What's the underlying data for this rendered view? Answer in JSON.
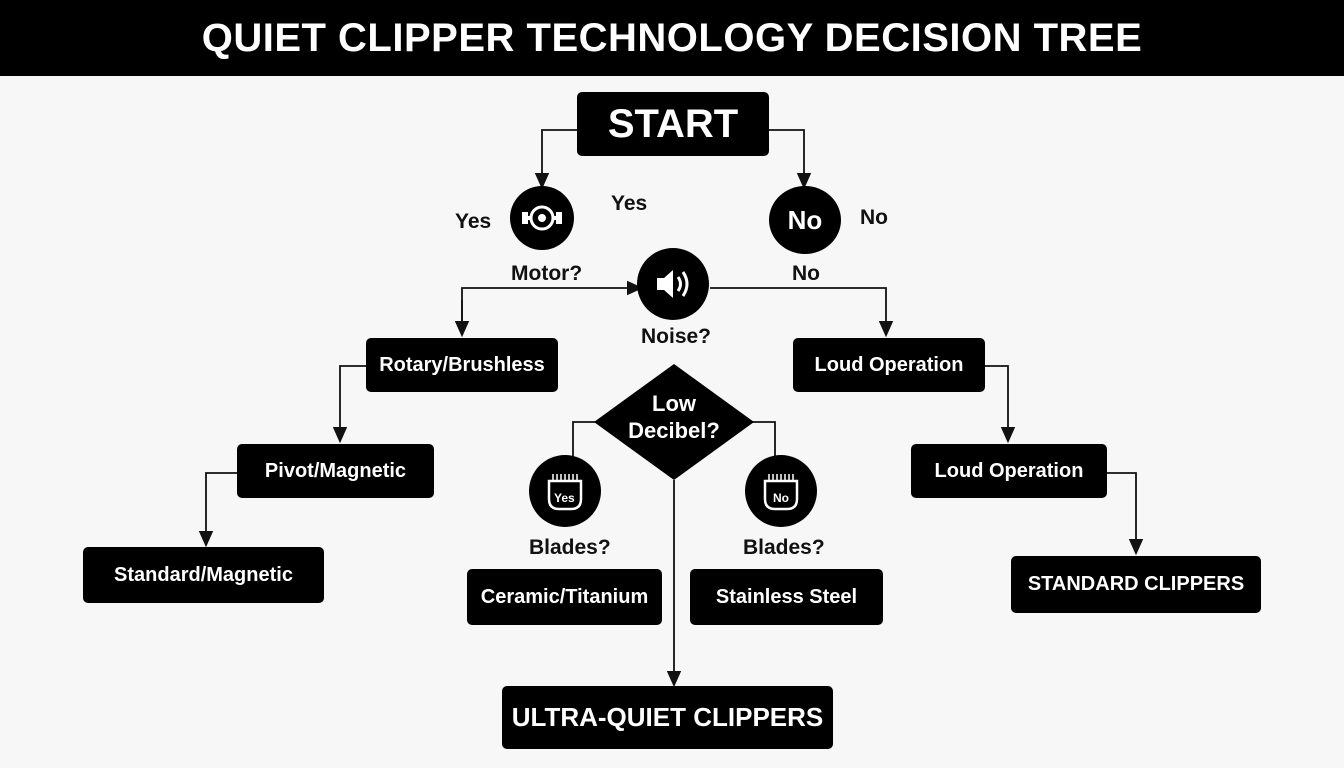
{
  "title": "QUIET CLIPPER TECHNOLOGY DECISION TREE",
  "nodes": {
    "start": "START",
    "no_circle": "No",
    "rotary": "Rotary/Brushless",
    "pivot": "Pivot/Magnetic",
    "standard_magnetic": "Standard/Magnetic",
    "low_decibel_line1": "Low",
    "low_decibel_line2": "Decibel?",
    "ceramic": "Ceramic/Titanium",
    "stainless": "Stainless Steel",
    "ultra_quiet": "ULTRA-QUIET CLIPPERS",
    "loud_operation_1": "Loud Operation",
    "loud_operation_2": "Loud Operation",
    "standard_clippers": "STANDARD CLIPPERS"
  },
  "labels": {
    "yes_left": "Yes",
    "yes_center": "Yes",
    "no_right": "No",
    "no_lower": "No",
    "motor": "Motor?",
    "noise": "Noise?",
    "blades_yes": "Blades?",
    "blades_no": "Blades?",
    "blade_tag_yes": "Yes",
    "blade_tag_no": "No"
  },
  "icons": [
    "motor-icon",
    "speaker-icon",
    "blade-yes-icon",
    "blade-no-icon"
  ]
}
